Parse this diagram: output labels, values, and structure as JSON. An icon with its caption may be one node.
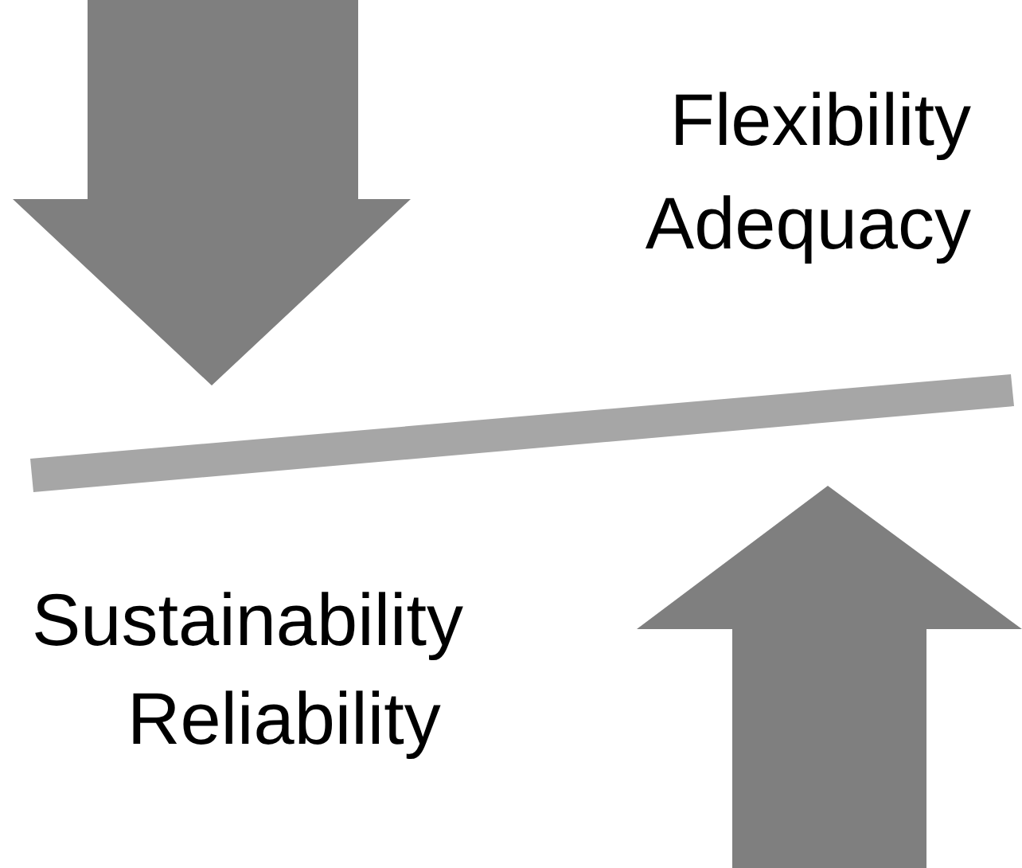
{
  "diagram": {
    "nodes": [
      {
        "text": [],
        "shape": "bar"
      }
    ],
    "labels": [
      "Flexibility",
      "Adequacy",
      "Sustainability",
      "Reliability"
    ]
  }
}
